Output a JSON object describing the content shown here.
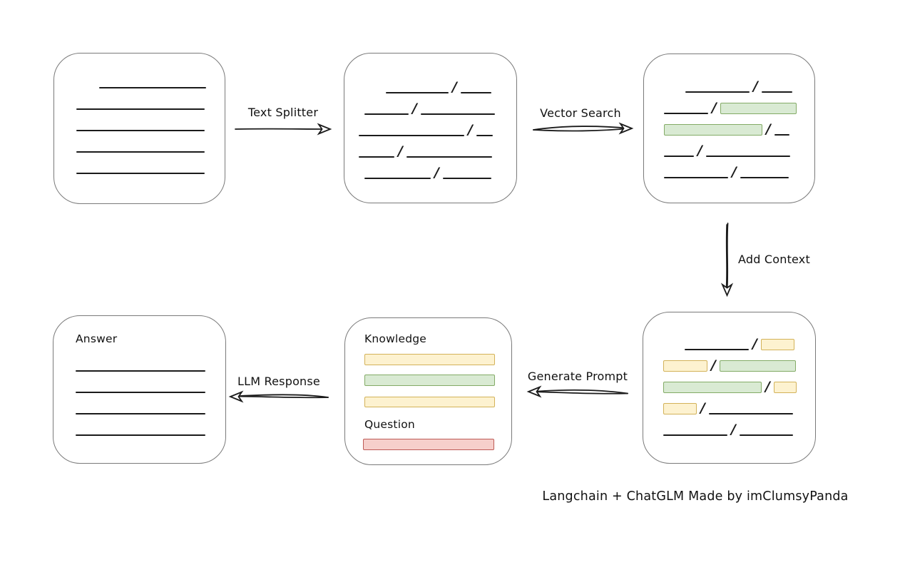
{
  "caption": "Langchain + ChatGLM Made by imClumsyPanda",
  "glyphs": {
    "slash": "/"
  },
  "colors": {
    "page_bg": "#ffffff",
    "box_border": "#7a7a7a",
    "line": "#1b1b1b",
    "green_fill": "#d9ead3",
    "green_border": "#83ab66",
    "yellow_fill": "#fdf2d0",
    "yellow_border": "#d3b259",
    "red_fill": "#f6cfcb",
    "red_border": "#bd5b56"
  },
  "arrows": {
    "text_splitter": {
      "label": "Text Splitter",
      "direction": "right"
    },
    "vector_search": {
      "label": "Vector Search",
      "direction": "right"
    },
    "add_context": {
      "label": "Add Context",
      "direction": "down"
    },
    "generate_prompt": {
      "label": "Generate Prompt",
      "direction": "left"
    },
    "llm_response": {
      "label": "LLM Response",
      "direction": "left"
    }
  },
  "boxes": {
    "prompt": {
      "knowledge_label": "Knowledge",
      "question_label": "Question"
    },
    "answer": {
      "title": "Answer"
    }
  }
}
